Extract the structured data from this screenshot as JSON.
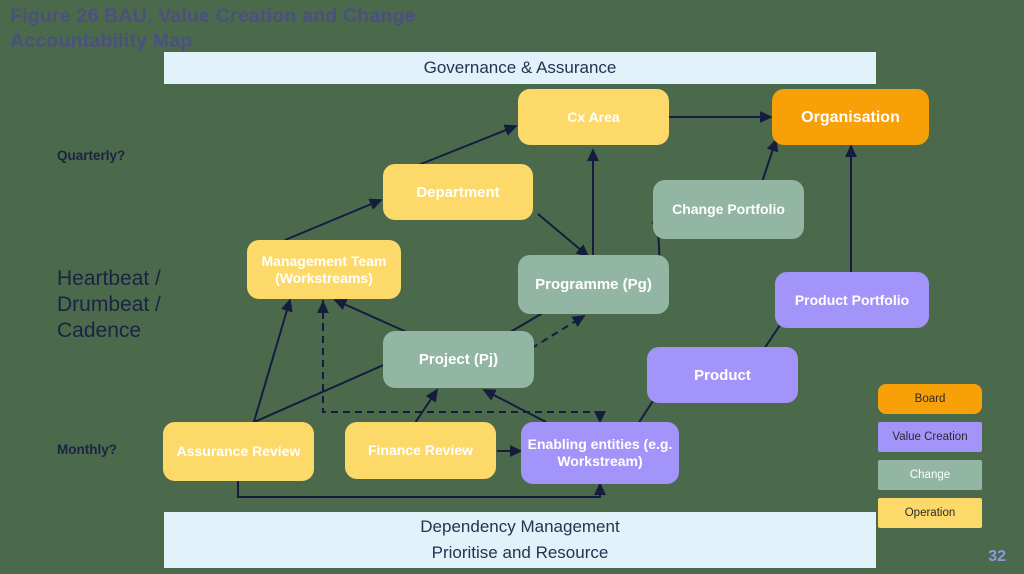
{
  "slide": {
    "title": "Figure 26 BAU, Value Creation and Change Accountability Map",
    "page_number": "32",
    "background_color": "#4a6a4b",
    "title_color": "#4b5080"
  },
  "banners": {
    "top": "Governance & Assurance",
    "bottom_line1": "Dependency Management",
    "bottom_line2": "Prioritise and Resource",
    "color": "#e2f2fb"
  },
  "cadence_labels": {
    "quarterly": "Quarterly?",
    "heartbeat": "Heartbeat / Drumbeat / Cadence",
    "monthly": "Monthly?"
  },
  "nodes": [
    {
      "id": "cx-area",
      "label": "Cx Area",
      "category": "Operation"
    },
    {
      "id": "organisation",
      "label": "Organisation",
      "category": "Board"
    },
    {
      "id": "department",
      "label": "Department",
      "category": "Operation"
    },
    {
      "id": "change-portfolio",
      "label": "Change Portfolio",
      "category": "Change"
    },
    {
      "id": "management-team",
      "label": "Management Team (Workstreams)",
      "category": "Operation"
    },
    {
      "id": "programme",
      "label": "Programme (Pg)",
      "category": "Change"
    },
    {
      "id": "product-portfolio",
      "label": "Product Portfolio",
      "category": "Value Creation"
    },
    {
      "id": "project",
      "label": "Project (Pj)",
      "category": "Change"
    },
    {
      "id": "product",
      "label": "Product",
      "category": "Value Creation"
    },
    {
      "id": "assurance-review",
      "label": "Assurance Review",
      "category": "Operation"
    },
    {
      "id": "finance-review",
      "label": "Finance Review",
      "category": "Operation"
    },
    {
      "id": "enabling-entities",
      "label": "Enabling entities (e.g. Workstream)",
      "category": "Value Creation"
    }
  ],
  "legend": [
    {
      "label": "Board",
      "color": "#f7a008"
    },
    {
      "label": "Value Creation",
      "color": "#a394f9"
    },
    {
      "label": "Change",
      "color": "#93b5a3"
    },
    {
      "label": "Operation",
      "color": "#fcd968"
    }
  ],
  "edge_color": "#151c3d"
}
